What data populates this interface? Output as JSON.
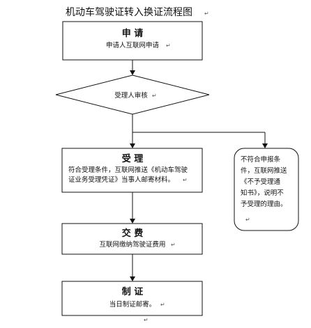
{
  "diagram": {
    "title": "机动车驾驶证转入换证流程图",
    "steps": {
      "apply": {
        "heading": "申  请",
        "body": "申请人互联网申请"
      },
      "review": {
        "label": "受理人审核"
      },
      "accept": {
        "heading": "受  理",
        "lines": [
          "符合受理条件，互联网推送《机动车驾驶",
          "证业务受理凭证》当事人邮寄材料。"
        ]
      },
      "pay": {
        "heading": "交  费",
        "body": "互联网缴纳驾驶证费用"
      },
      "make": {
        "heading": "制  证",
        "body": "当日制证邮寄。"
      },
      "reject": {
        "lines": [
          "不符合申报条",
          "件，互联网推送",
          "《不予受理通",
          "知书》，说明不",
          "予受理的理由。"
        ]
      }
    }
  }
}
